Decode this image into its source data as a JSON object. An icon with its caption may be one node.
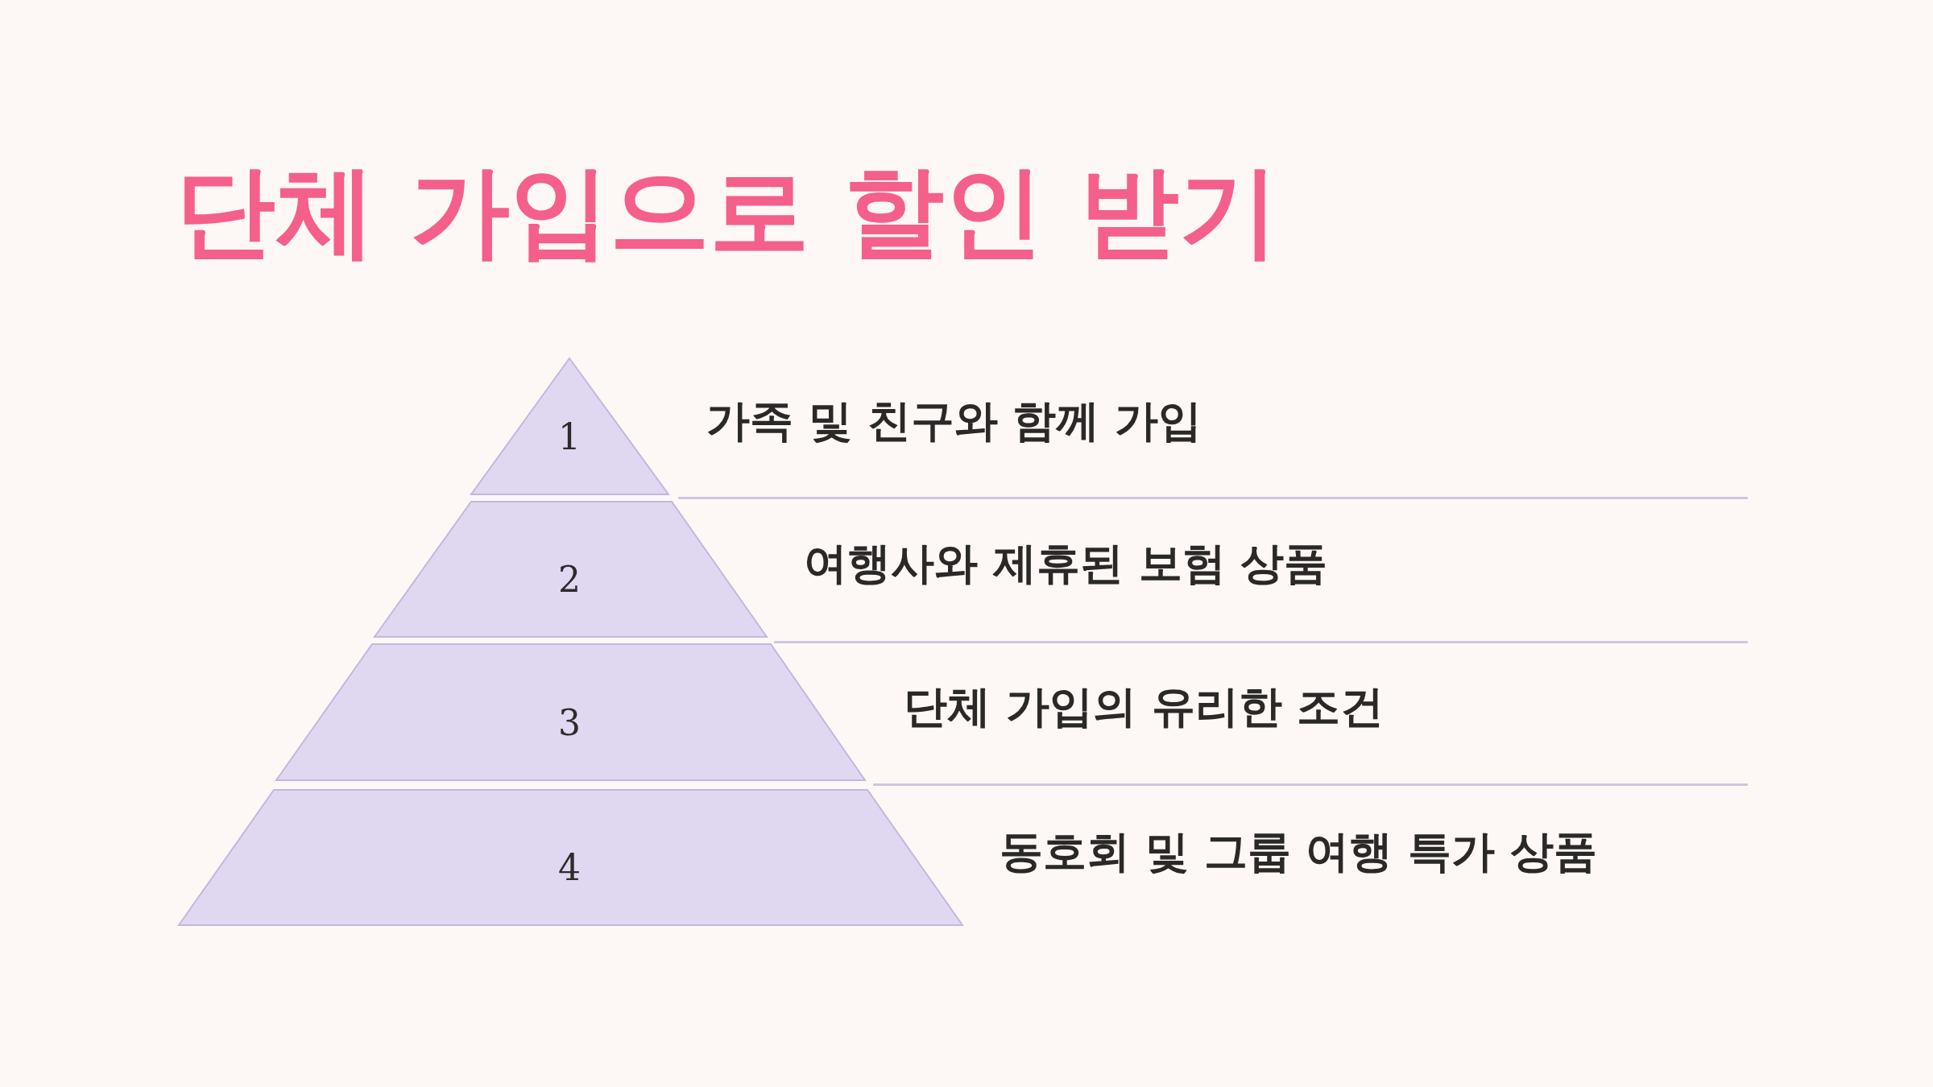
{
  "diagram": {
    "title": "단체 가입으로 할인 받기",
    "nodes": [
      {
        "text": [
          "1"
        ],
        "beside": [
          "가족 및 친구와 함께 가입"
        ]
      },
      {
        "text": [
          "2"
        ],
        "beside": [
          "여행사와 제휴된 보험 상품"
        ]
      },
      {
        "text": [
          "3"
        ],
        "beside": [
          "단체 가입의 유리한 조건"
        ]
      },
      {
        "text": [
          "4"
        ],
        "beside": [
          "동호회 및 그룹 여행 특가 상품"
        ]
      }
    ]
  }
}
